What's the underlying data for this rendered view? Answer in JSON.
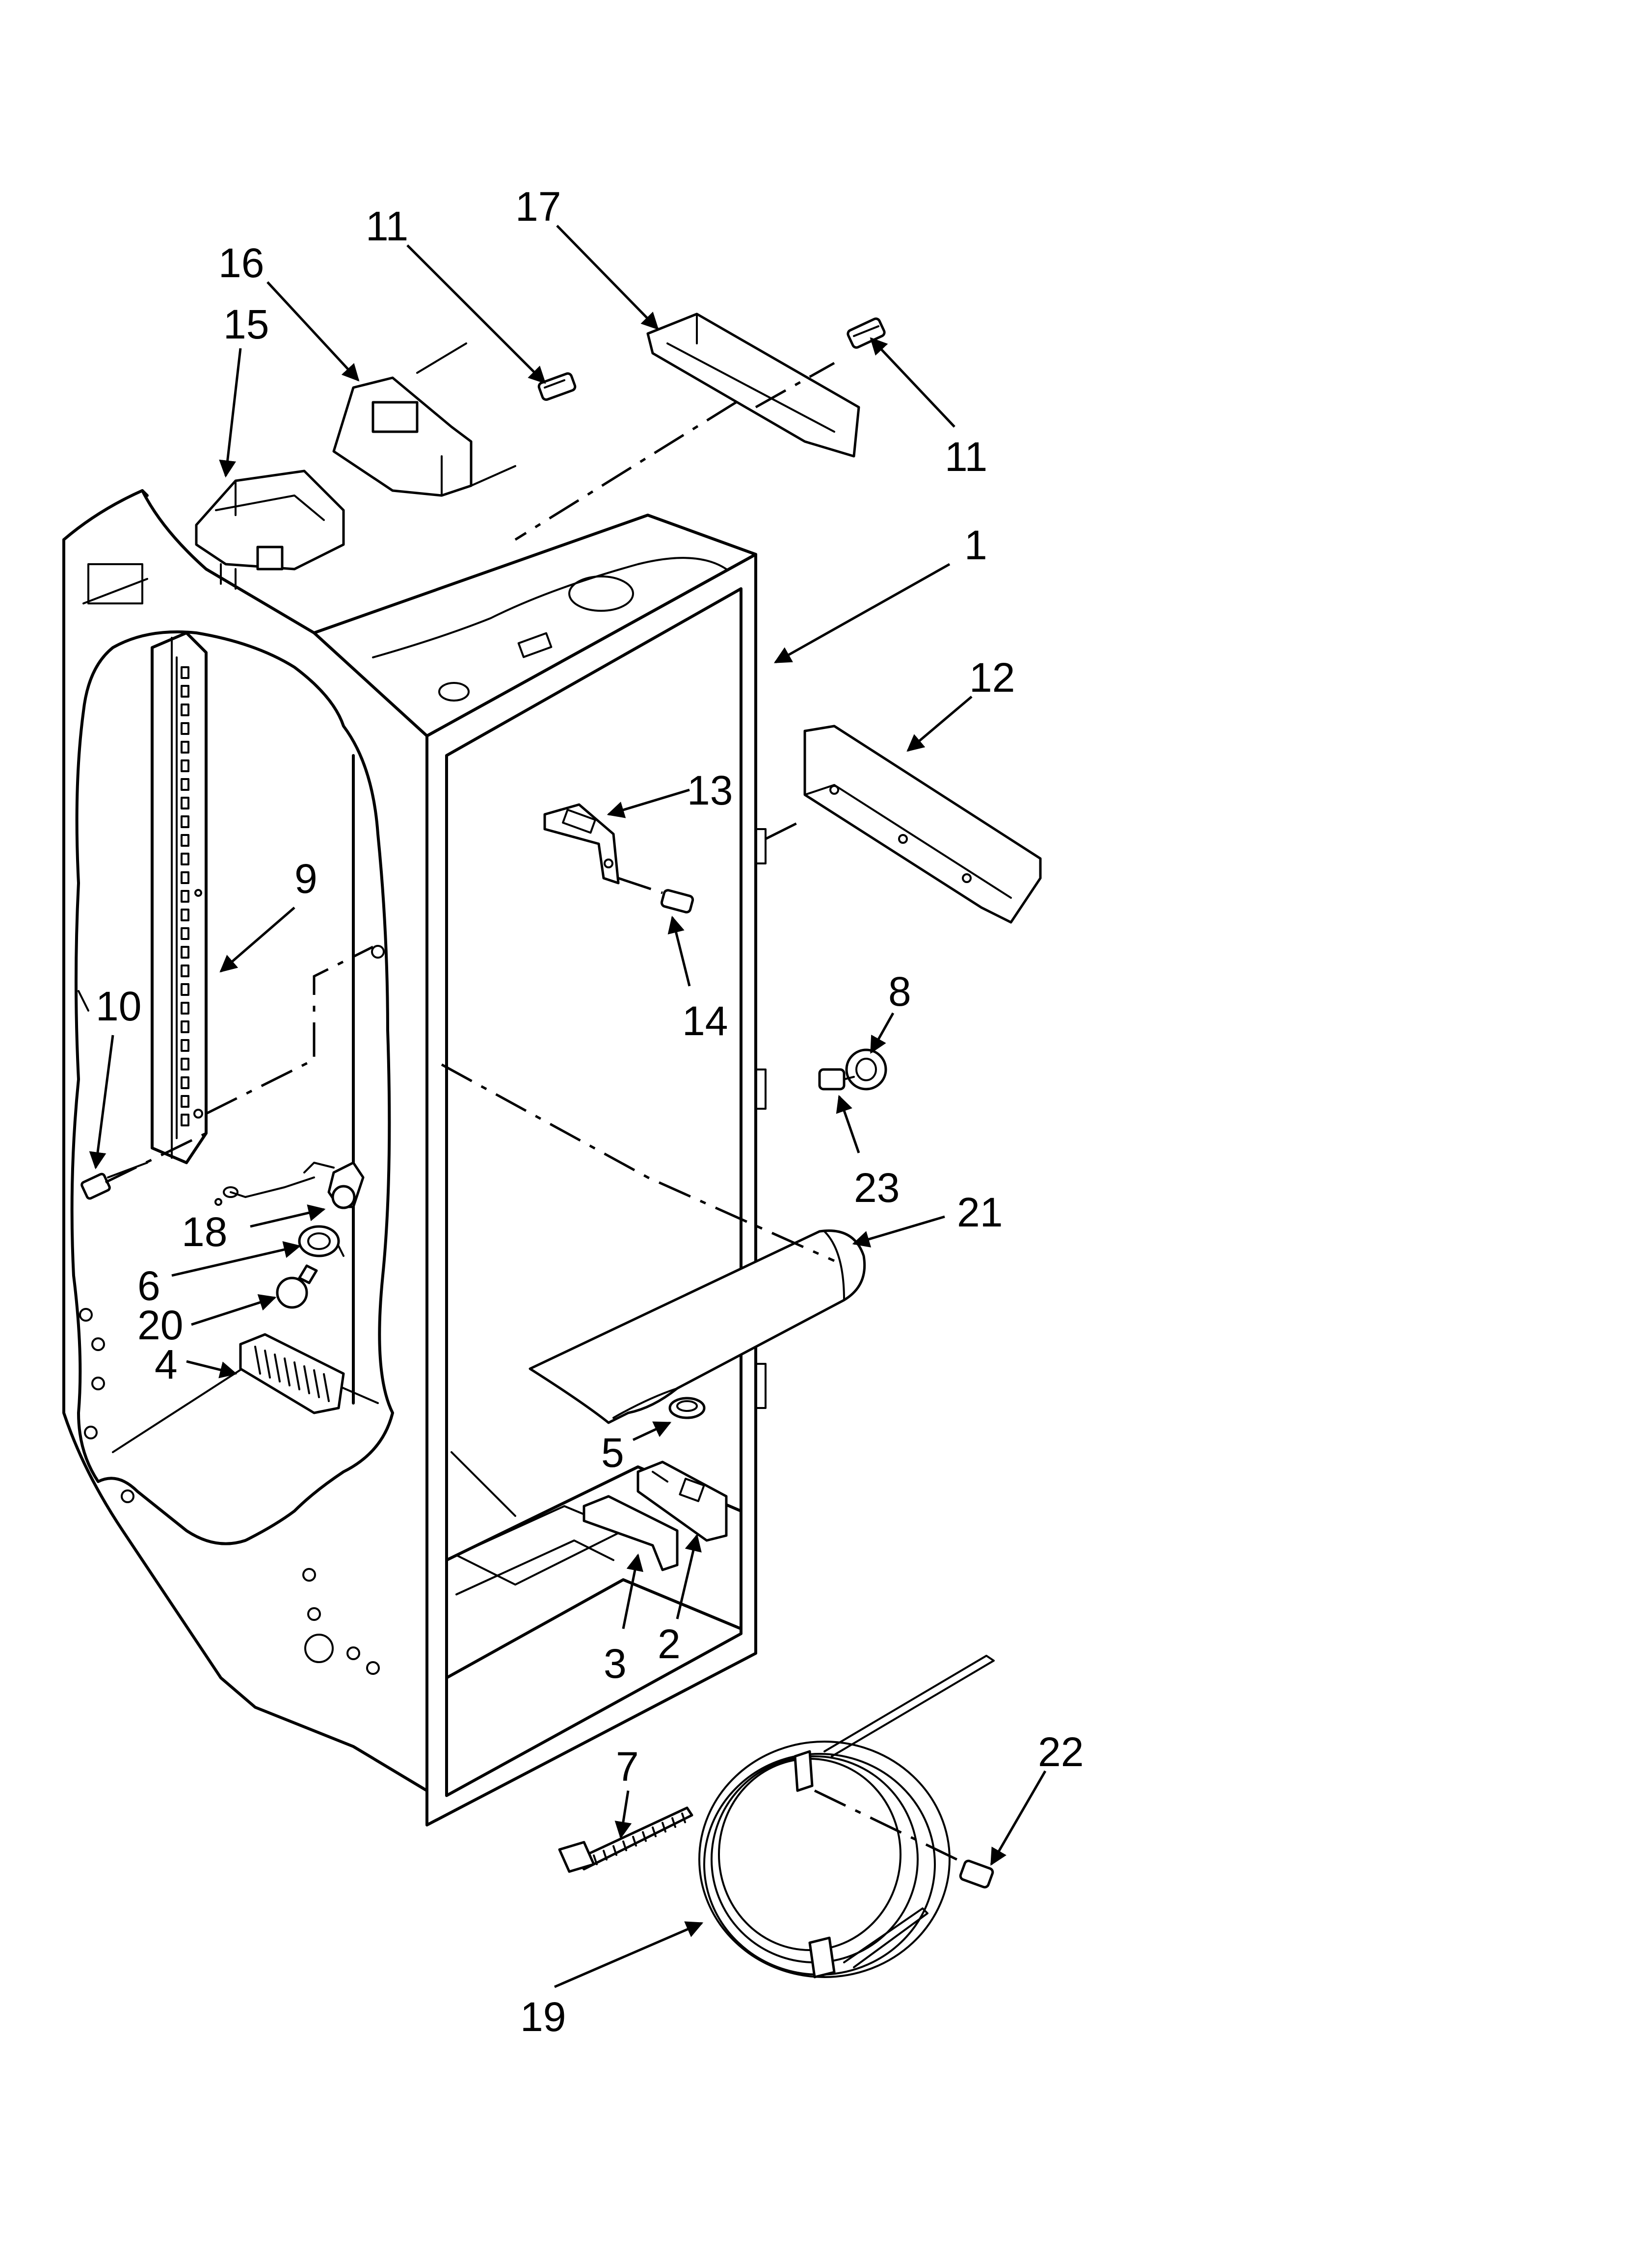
{
  "callouts": [
    {
      "id": "c1",
      "label": "1"
    },
    {
      "id": "c2",
      "label": "2"
    },
    {
      "id": "c3",
      "label": "3"
    },
    {
      "id": "c4",
      "label": "4"
    },
    {
      "id": "c5",
      "label": "5"
    },
    {
      "id": "c6",
      "label": "6"
    },
    {
      "id": "c7",
      "label": "7"
    },
    {
      "id": "c8",
      "label": "8"
    },
    {
      "id": "c9",
      "label": "9"
    },
    {
      "id": "c10",
      "label": "10"
    },
    {
      "id": "c11a",
      "label": "11"
    },
    {
      "id": "c11b",
      "label": "11"
    },
    {
      "id": "c12",
      "label": "12"
    },
    {
      "id": "c13",
      "label": "13"
    },
    {
      "id": "c14",
      "label": "14"
    },
    {
      "id": "c15",
      "label": "15"
    },
    {
      "id": "c16",
      "label": "16"
    },
    {
      "id": "c17",
      "label": "17"
    },
    {
      "id": "c18",
      "label": "18"
    },
    {
      "id": "c19",
      "label": "19"
    },
    {
      "id": "c20",
      "label": "20"
    },
    {
      "id": "c21",
      "label": "21"
    },
    {
      "id": "c22",
      "label": "22"
    },
    {
      "id": "c23",
      "label": "23"
    }
  ]
}
